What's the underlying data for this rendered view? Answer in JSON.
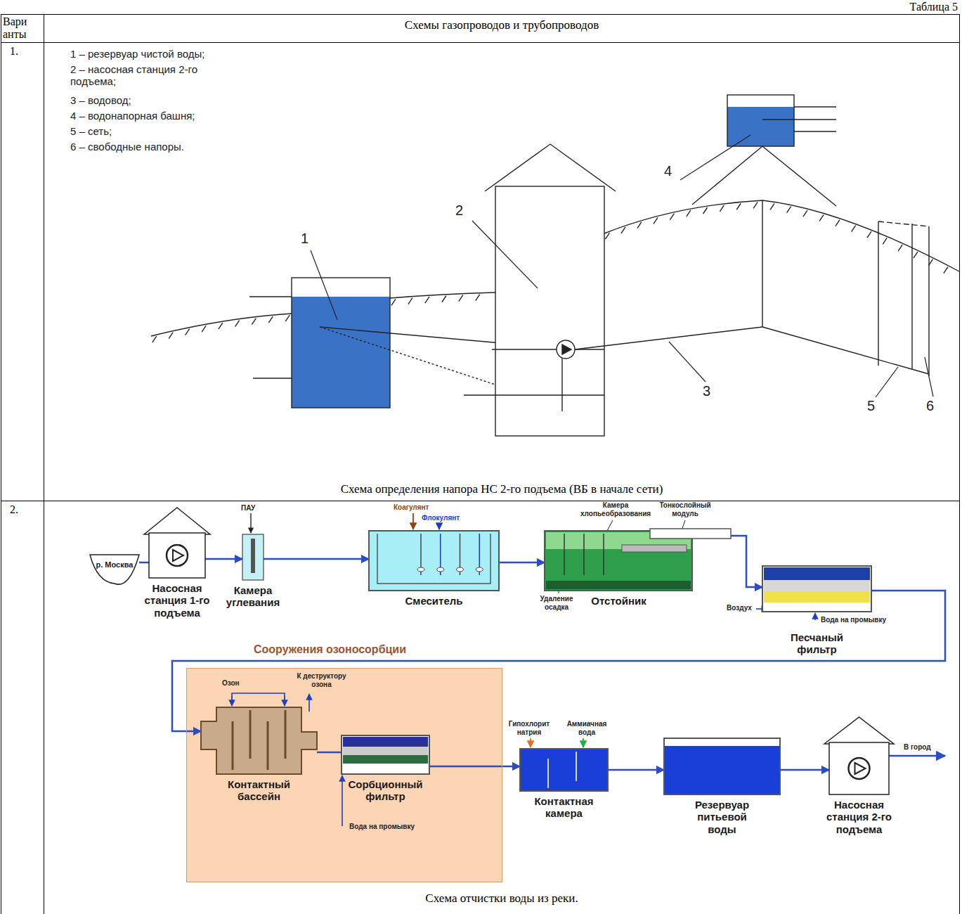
{
  "diagram": {
    "title": "Таблица 5",
    "nodes": [
      {
        "text": [
          "р. Москва"
        ]
      },
      {
        "text": [
          "Насосная станция 1-го подъема"
        ]
      },
      {
        "text": [
          "Камера углевания"
        ]
      },
      {
        "text": [
          "Смеситель"
        ]
      },
      {
        "text": [
          "Отстойник"
        ]
      },
      {
        "text": [
          "Песчаный фильтр"
        ]
      },
      {
        "text": [
          "Сооружения озоносорбции"
        ]
      },
      {
        "text": [
          "Контактный бассейн"
        ],
        "in": 6
      },
      {
        "text": [
          "Сорбционный фильтр"
        ],
        "in": 6
      },
      {
        "text": [
          "Контактная камера"
        ]
      },
      {
        "text": [
          "Резервуар питьевой воды"
        ]
      },
      {
        "text": [
          "Насосная станция 2-го подъема"
        ]
      }
    ],
    "edges": [
      {
        "from": 0,
        "to": 1,
        "arrow": "none"
      },
      {
        "from": 1,
        "to": 2,
        "arrow": "to"
      },
      {
        "from": 2,
        "to": 3,
        "arrow": "to"
      },
      {
        "from": 3,
        "to": 4,
        "arrow": "to"
      },
      {
        "from": 4,
        "to": 5,
        "arrow": "to"
      },
      {
        "from": 5,
        "to": 7,
        "arrow": "to"
      },
      {
        "from": 7,
        "to": 8,
        "arrow": "none"
      },
      {
        "from": 8,
        "to": 9,
        "arrow": "to"
      },
      {
        "from": 9,
        "to": 10,
        "arrow": "to"
      },
      {
        "from": 10,
        "to": 11,
        "arrow": "to"
      }
    ],
    "labels": [
      "Вари анты",
      "Схемы газопроводов и трубопроводов",
      "1.",
      "1 – резервуар чистой воды;",
      "2 – насосная станция 2-го подъема;",
      "3 – водовод;",
      "4 – водонапорная башня;",
      "5 – сеть;",
      "6 – свободные напоры.",
      "1",
      "2",
      "3",
      "4",
      "5",
      "6",
      "Схема определения напора НС 2-го подъема (ВБ в начале сети)",
      "2.",
      "ПАУ",
      "Коагулянт",
      "Флокулянт",
      "Камера хлопьеобразования",
      "Тонкослойный модуль",
      "Удаление осадка",
      "Воздух",
      "Вода на промывку",
      "Озон",
      "К деструктору озона",
      "Вода на промывку",
      "Гипохлорит натрия",
      "Аммиачная вода",
      "В город",
      "Схема отчистки воды из реки."
    ]
  }
}
